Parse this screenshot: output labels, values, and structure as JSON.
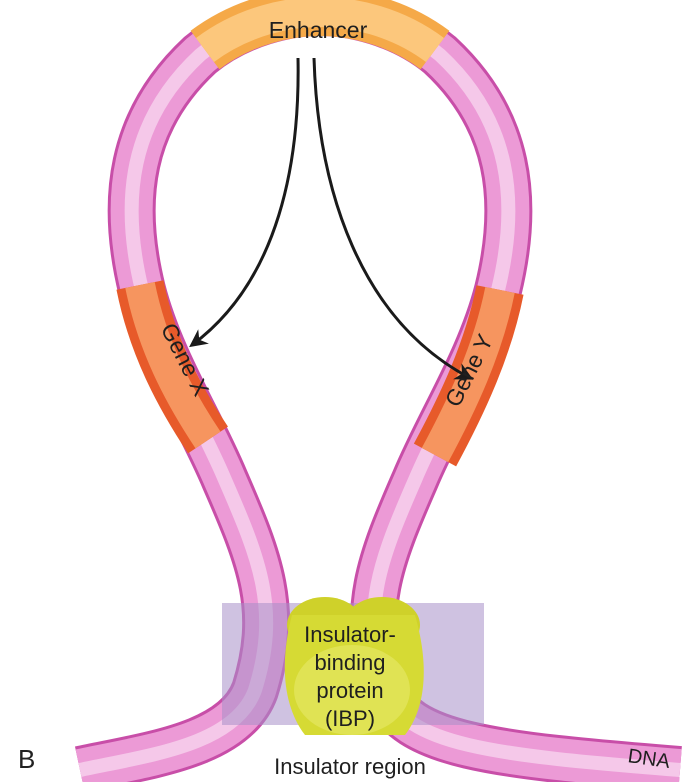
{
  "figure": {
    "panel_label": "B",
    "labels": {
      "enhancer": "Enhancer",
      "gene_x": "Gene X",
      "gene_y": "Gene Y",
      "ibp_line1": "Insulator-",
      "ibp_line2": "binding",
      "ibp_line3": "protein",
      "ibp_line4": "(IBP)",
      "insulator_region": "Insulator region",
      "dna": "DNA"
    },
    "colors": {
      "dna_strand": "#ec9ad6",
      "dna_edge": "#d04fb0",
      "enhancer": "#fbbf6a",
      "gene": "#f4875a",
      "insulator_box": "#b59ad0",
      "ibp_protein": "#d9dd3a",
      "arrow": "#1a1a1a"
    }
  }
}
